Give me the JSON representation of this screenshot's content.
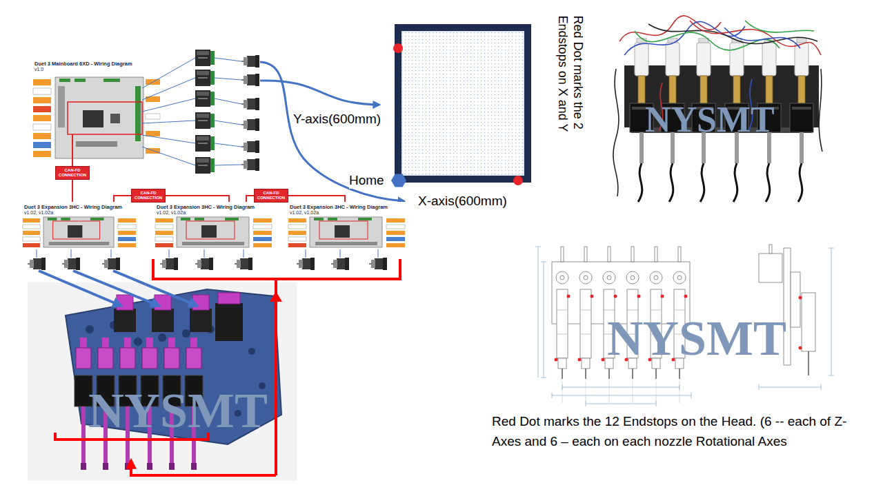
{
  "diagram": {
    "nodes": [
      {
        "text": [
          "Duet 3 Mainboard 6XD - Wiring Diagram",
          "v1.0"
        ]
      },
      {
        "text": [
          "CAN-FD CONNECTION"
        ]
      },
      {
        "text": [
          "Duet 3 Expansion 3HC - Wiring Diagram",
          "v1.02, v1.02a"
        ]
      },
      {
        "text": [
          "CAN-FD CONNECTION"
        ]
      },
      {
        "text": [
          "Duet 3 Expansion 3HC - Wiring Diagram",
          "v1.02, v1.02a"
        ]
      },
      {
        "text": [
          "CAN-FD CONNECTION"
        ]
      },
      {
        "text": [
          "Duet 3 Expansion 3HC - Wiring Diagram",
          "v1.02, v1.02a"
        ]
      }
    ],
    "edges": [
      {
        "from": 0,
        "to": 1,
        "arrow": "none"
      },
      {
        "from": 1,
        "to": 2,
        "arrow": "none"
      },
      {
        "from": 2,
        "to": 3,
        "arrow": "none"
      },
      {
        "from": 3,
        "to": 4,
        "arrow": "none"
      },
      {
        "from": 4,
        "to": 5,
        "arrow": "none"
      },
      {
        "from": 5,
        "to": 6,
        "arrow": "none"
      }
    ],
    "labels": [
      "Y-axis(600mm)",
      "Home",
      "X-axis(600mm)",
      "Red Dot marks the 2 Endstops on X and Y",
      "NYSMT",
      "NYSMT",
      "NYSMT",
      "Red Dot marks the 12 Endstops on the Head. (6 -- each of Z-Axes and 6 – each on each nozzle Rotational Axes"
    ]
  }
}
